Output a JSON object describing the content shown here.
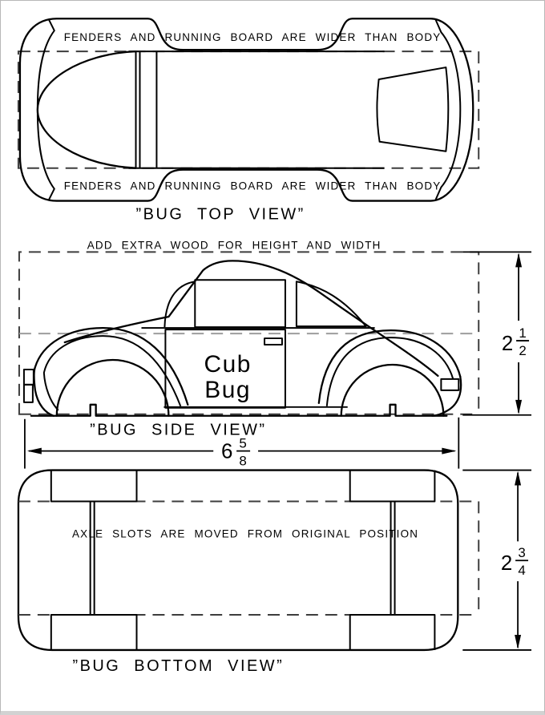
{
  "page": {
    "background": "#ffffff",
    "frame_color": "#b8b8b8",
    "line_color": "#000000",
    "dash_color": "#3d3d3d",
    "title": "Cub Bug pinewood derby car plan"
  },
  "top_view": {
    "note_top": "FENDERS AND RUNNING BOARD ARE WIDER THAN BODY",
    "note_bottom": "FENDERS AND RUNNING BOARD ARE WIDER THAN BODY",
    "caption": "”BUG TOP VIEW”"
  },
  "side_view": {
    "note": "ADD EXTRA WOOD FOR HEIGHT AND WIDTH",
    "caption": "”BUG SIDE VIEW”",
    "logo_line1": "Cub",
    "logo_line2": "Bug",
    "height_dimension": {
      "whole": "2",
      "numerator": "1",
      "denominator": "2"
    },
    "length_dimension": {
      "whole": "6",
      "numerator": "5",
      "denominator": "8"
    }
  },
  "bottom_view": {
    "note": "AXLE SLOTS ARE MOVED FROM ORIGINAL POSITION",
    "caption": "”BUG BOTTOM VIEW”",
    "height_dimension": {
      "whole": "2",
      "numerator": "3",
      "denominator": "4"
    }
  }
}
